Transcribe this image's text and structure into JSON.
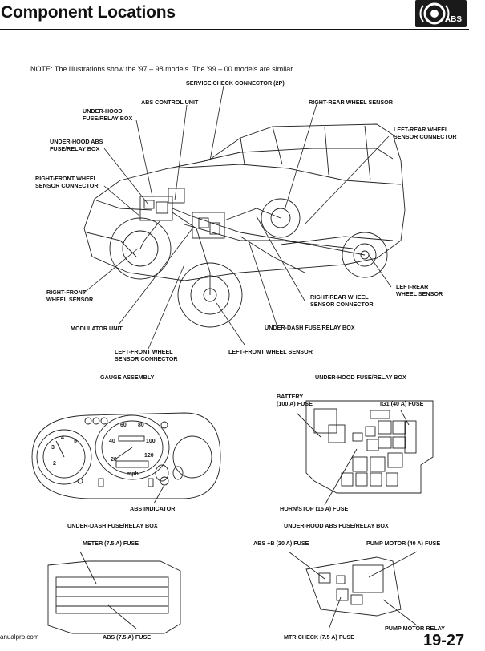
{
  "header": {
    "title": "Component Locations",
    "badge": "ABS"
  },
  "note": "NOTE:  The illustrations show the '97 – 98 models. The '99 – 00 models are similar.",
  "labels": {
    "service_check_connector": "SERVICE CHECK CONNECTOR (2P)",
    "abs_control_unit": "ABS CONTROL UNIT",
    "right_rear_wheel_sensor": "RIGHT-REAR WHEEL SENSOR",
    "under_hood_fuse_relay_box_1": "UNDER-HOOD",
    "under_hood_fuse_relay_box_2": "FUSE/RELAY BOX",
    "left_rear_wheel_sensor_connector_1": "LEFT-REAR WHEEL",
    "left_rear_wheel_sensor_connector_2": "SENSOR CONNECTOR",
    "under_hood_abs_fuse_relay_box_1": "UNDER-HOOD ABS",
    "under_hood_abs_fuse_relay_box_2": "FUSE/RELAY BOX",
    "right_front_wheel_sensor_connector_1": "RIGHT-FRONT WHEEL",
    "right_front_wheel_sensor_connector_2": "SENSOR CONNECTOR",
    "right_front_wheel_sensor_1": "RIGHT-FRONT",
    "right_front_wheel_sensor_2": "WHEEL SENSOR",
    "right_rear_wheel_sensor_connector_1": "RIGHT-REAR WHEEL",
    "right_rear_wheel_sensor_connector_2": "SENSOR CONNECTOR",
    "left_rear_wheel_sensor_1": "LEFT-REAR",
    "left_rear_wheel_sensor_2": "WHEEL SENSOR",
    "modulator_unit": "MODULATOR UNIT",
    "under_dash_fuse_relay_box": "UNDER-DASH FUSE/RELAY BOX",
    "left_front_wheel_sensor_connector_1": "LEFT-FRONT WHEEL",
    "left_front_wheel_sensor_connector_2": "SENSOR CONNECTOR",
    "left_front_wheel_sensor": "LEFT-FRONT WHEEL SENSOR",
    "gauge_assembly": "GAUGE ASSEMBLY",
    "under_hood_fuse_relay_box_title": "UNDER-HOOD FUSE/RELAY BOX",
    "battery_fuse_1": "BATTERY",
    "battery_fuse_2": "(100 A) FUSE",
    "ig1_fuse": "IG1 (40 A) FUSE",
    "abs_indicator": "ABS INDICATOR",
    "horn_stop_fuse": "HORN/STOP (15 A) FUSE",
    "under_dash_fuse_relay_box_title": "UNDER-DASH FUSE/RELAY BOX",
    "under_hood_abs_fuse_relay_box_title": "UNDER-HOOD ABS FUSE/RELAY BOX",
    "meter_fuse": "METER (7.5 A) FUSE",
    "abs_b_fuse": "ABS +B (20 A) FUSE",
    "pump_motor_fuse": "PUMP MOTOR (40 A) FUSE",
    "pump_motor_relay": "PUMP MOTOR RELAY",
    "abs_fuse": "ABS (7.5 A) FUSE",
    "mtr_check_fuse": "MTR CHECK (7.5 A) FUSE"
  },
  "gauge": {
    "speed_ticks": [
      "20",
      "40",
      "60",
      "80",
      "100",
      "120"
    ],
    "tach_ticks": [
      "2",
      "3",
      "4",
      "5"
    ],
    "unit": "mph"
  },
  "footer": {
    "site": "anualpro.com",
    "page": "19-27"
  }
}
